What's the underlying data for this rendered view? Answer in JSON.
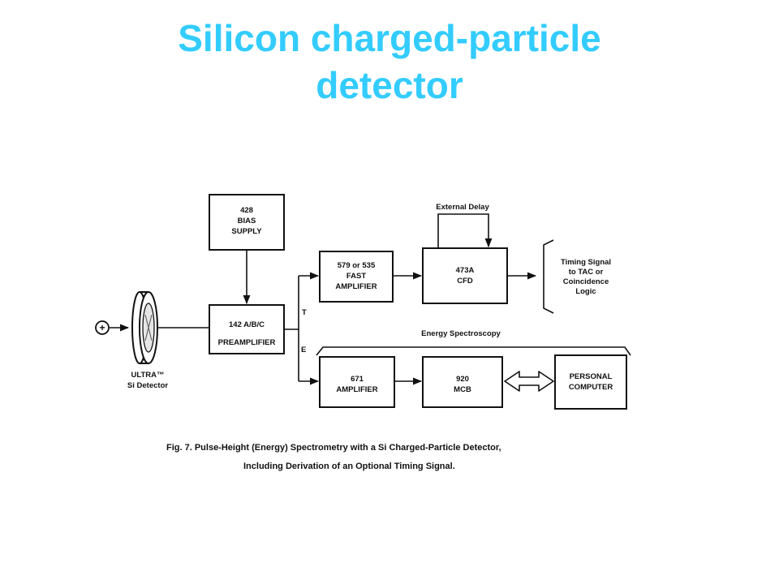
{
  "title": {
    "line1": "Silicon charged-particle",
    "line2": "detector"
  },
  "diagram": {
    "source_symbol": "+",
    "detector": {
      "line1": "ULTRA™",
      "line2": "Si Detector"
    },
    "bias_supply": {
      "line1": "428",
      "line2": "BIAS",
      "line3": "SUPPLY"
    },
    "preamplifier": {
      "line1": "142 A/B/C",
      "line2": "PREAMPLIFIER"
    },
    "fast_amplifier": {
      "line1": "579 or 535",
      "line2": "FAST",
      "line3": "AMPLIFIER"
    },
    "cfd": {
      "line1": "473A",
      "line2": "CFD"
    },
    "external_delay": "External Delay",
    "timing_signal": {
      "line1": "Timing Signal",
      "line2": "to TAC or",
      "line3": "Coincidence",
      "line4": "Logic"
    },
    "branch_t": "T",
    "branch_e": "E",
    "energy_spectroscopy": "Energy Spectroscopy",
    "amplifier": {
      "line1": "671",
      "line2": "AMPLIFIER"
    },
    "mcb": {
      "line1": "920",
      "line2": "MCB"
    },
    "computer": {
      "line1": "PERSONAL",
      "line2": "COMPUTER"
    },
    "caption": {
      "line1": "Fig. 7.  Pulse-Height (Energy) Spectrometry with a Si Charged-Particle Detector,",
      "line2": "Including Derivation of an Optional Timing Signal."
    }
  }
}
